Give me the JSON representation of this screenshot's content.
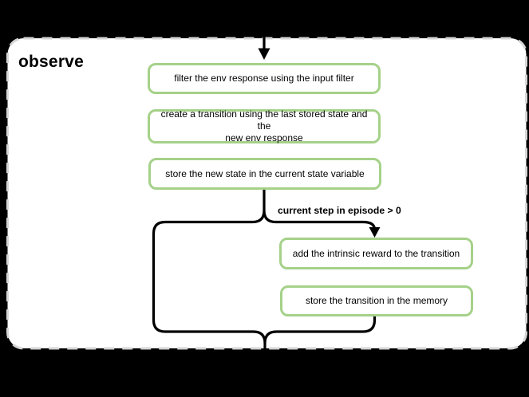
{
  "diagram": {
    "title": "observe",
    "branch_label": "current step in episode > 0",
    "nodes": [
      {
        "id": "filter-env-response",
        "label": "filter the env response using the input filter"
      },
      {
        "id": "create-transition",
        "label": "create a transition using the last stored state and the\nnew env response"
      },
      {
        "id": "store-new-state",
        "label": "store the new state in the current state variable"
      },
      {
        "id": "add-intrinsic-reward",
        "label": "add the intrinsic reward to the transition"
      },
      {
        "id": "store-transition",
        "label": "store the transition in the memory"
      }
    ],
    "colors": {
      "page_background": "#000000",
      "card_background": "#ffffff",
      "card_border": "#d6d6d6",
      "node_border": "#a5d189",
      "flow_line": "#000000",
      "text": "#000000"
    }
  }
}
